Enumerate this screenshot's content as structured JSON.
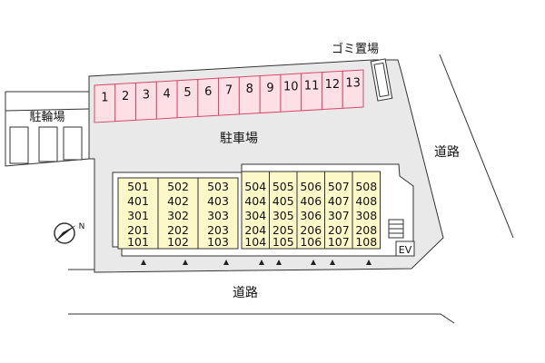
{
  "labels": {
    "parking": "駐車場",
    "garbage": "ゴミ置場",
    "bicycle": "駐輪場",
    "road_bottom": "道路",
    "road_right": "道路",
    "elevator": "EV"
  },
  "parking_slots": [
    "1",
    "2",
    "3",
    "4",
    "5",
    "6",
    "7",
    "8",
    "9",
    "10",
    "11",
    "12",
    "13"
  ],
  "building_left_columns": [
    [
      "501",
      "401",
      "301",
      "201",
      "101"
    ],
    [
      "502",
      "402",
      "302",
      "202",
      "102"
    ],
    [
      "503",
      "403",
      "303",
      "203",
      "103"
    ]
  ],
  "building_right_columns": [
    [
      "504",
      "404",
      "304",
      "204",
      "104"
    ],
    [
      "505",
      "405",
      "305",
      "205",
      "105"
    ],
    [
      "506",
      "406",
      "306",
      "206",
      "106"
    ],
    [
      "507",
      "407",
      "307",
      "207",
      "107"
    ],
    [
      "508",
      "408",
      "308",
      "208",
      "108"
    ]
  ],
  "compass": {
    "north_label": "N"
  },
  "colors": {
    "parking_fill": "#fde0e6",
    "parking_stroke": "#d44a6a",
    "building_fill": "#fdf8c8",
    "lot_fill": "#e9e9e9",
    "line": "#333333"
  }
}
